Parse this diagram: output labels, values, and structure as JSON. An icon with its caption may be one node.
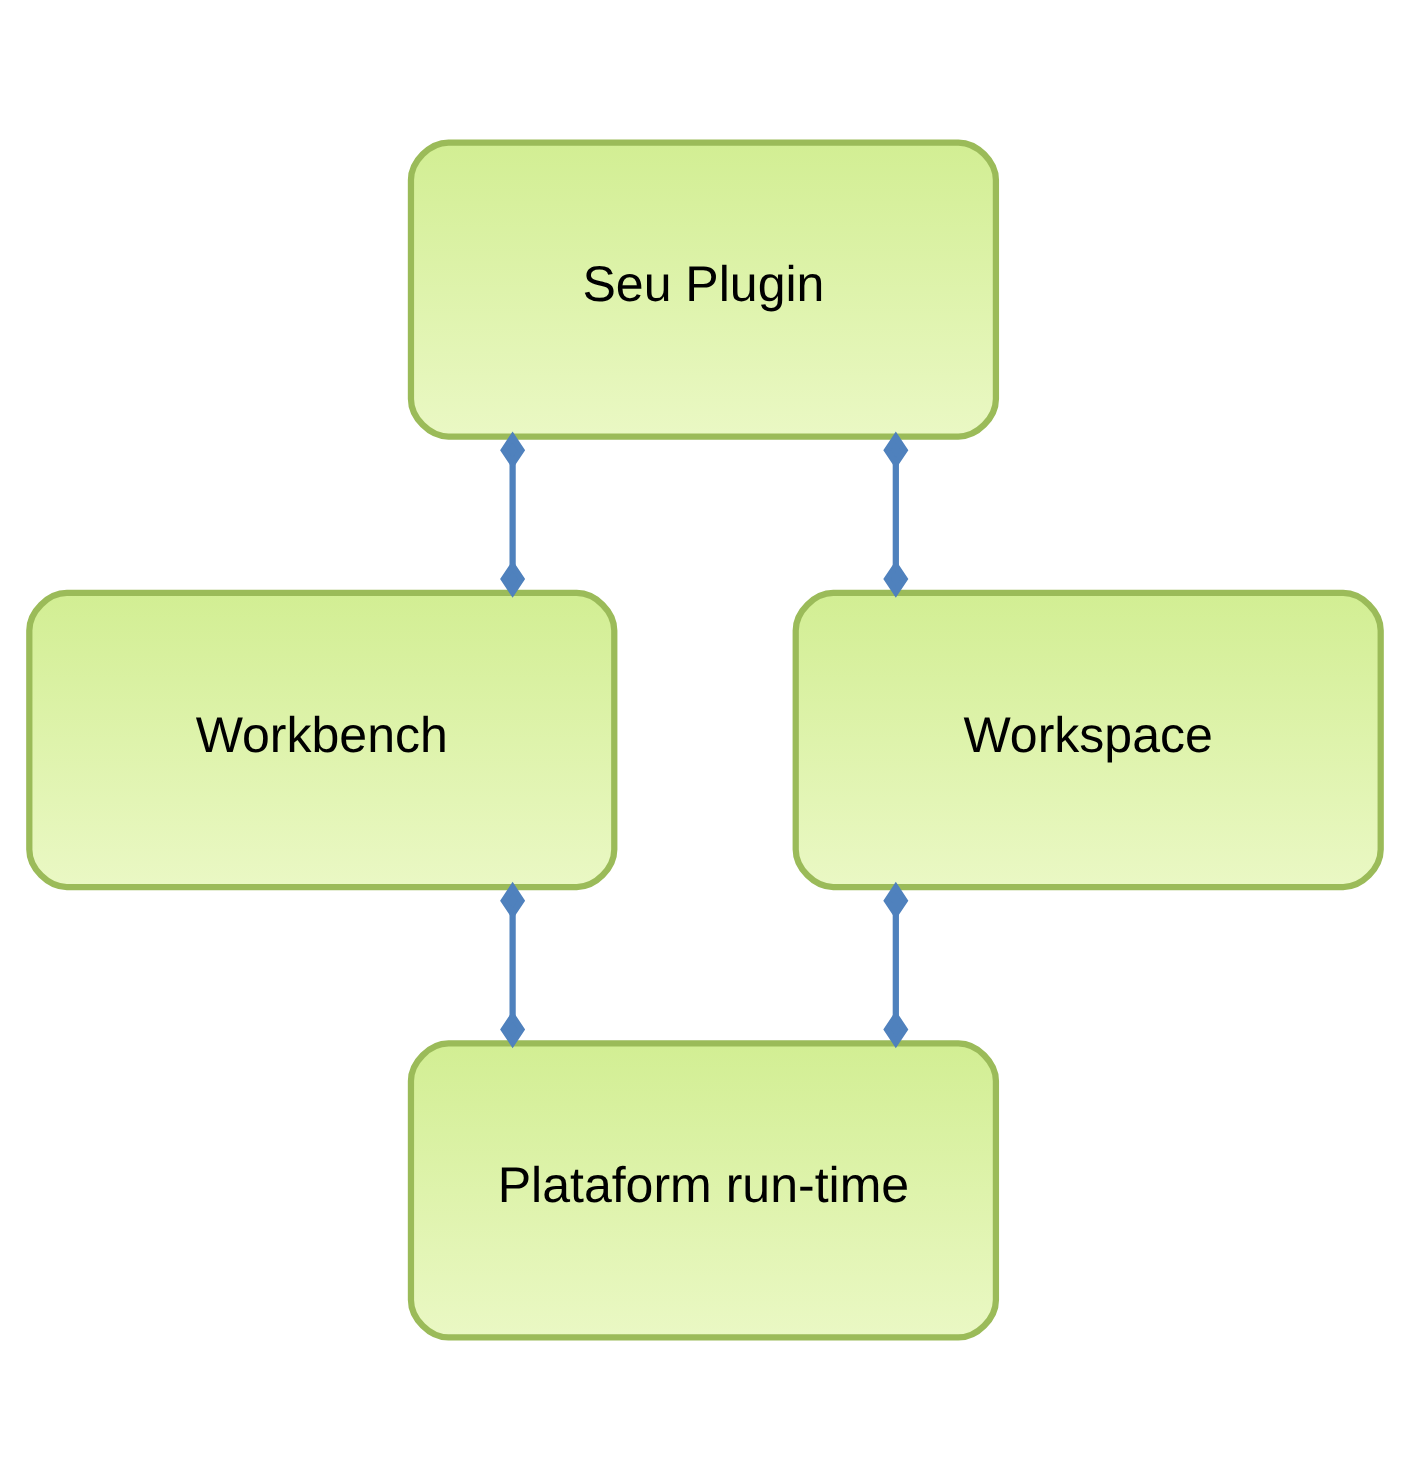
{
  "diagram": {
    "nodes": [
      {
        "text": [
          "Seu Plugin"
        ]
      },
      {
        "text": [
          "Workbench"
        ]
      },
      {
        "text": [
          "Workspace"
        ]
      },
      {
        "text": [
          "Plataform run-time"
        ]
      }
    ],
    "edges": [
      {
        "from": 0,
        "to": 1,
        "arrow": "other"
      },
      {
        "from": 0,
        "to": 2,
        "arrow": "other"
      },
      {
        "from": 1,
        "to": 3,
        "arrow": "other"
      },
      {
        "from": 2,
        "to": 3,
        "arrow": "other"
      }
    ]
  }
}
